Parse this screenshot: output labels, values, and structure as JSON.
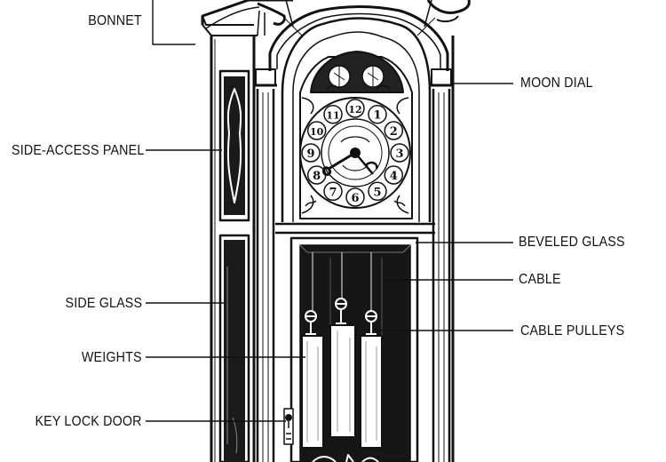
{
  "labels": {
    "bonnet": "BONNET",
    "side_access_panel": "SIDE-ACCESS PANEL",
    "side_glass": "SIDE GLASS",
    "weights": "WEIGHTS",
    "key_lock_door": "KEY LOCK DOOR",
    "moon_dial": "MOON DIAL",
    "beveled_glass": "BEVELED GLASS",
    "cable": "CABLE",
    "cable_pulleys": "CABLE PULLEYS"
  },
  "dial_numerals": [
    "12",
    "1",
    "2",
    "3",
    "4",
    "5",
    "6",
    "7",
    "8",
    "9",
    "10",
    "11"
  ],
  "colors": {
    "ink": "#111111",
    "paper": "#ffffff"
  }
}
